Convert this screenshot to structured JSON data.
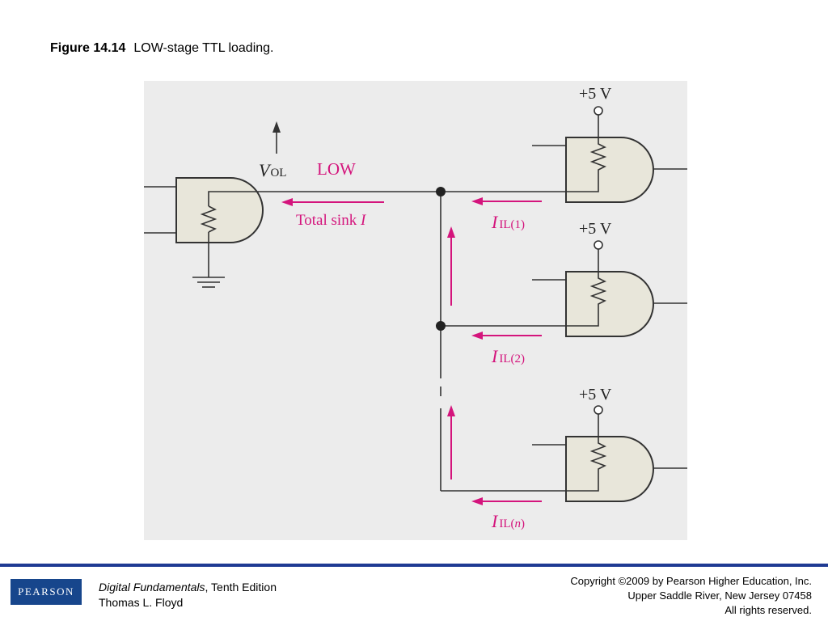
{
  "caption": {
    "number": "Figure 14.14",
    "text": "LOW-stage TTL loading."
  },
  "diagram": {
    "vol_symbol": "V",
    "vol_sub": "OL",
    "low_label": "LOW",
    "sink_label": "Total sink ",
    "sink_symbol": "I",
    "supply_labels": [
      "+5 V",
      "+5 V",
      "+5 V"
    ],
    "current_symbol": "I",
    "current_subs": [
      "IL(1)",
      "IL(2)"
    ],
    "current_sub_n_prefix": "IL(",
    "current_sub_n_var": "n",
    "current_sub_n_suffix": ")"
  },
  "footer": {
    "logo": "PEARSON",
    "book_title": "Digital Fundamentals",
    "edition": ", Tenth Edition",
    "author": "Thomas L. Floyd",
    "copyright_lines": [
      "Copyright ©2009 by Pearson Higher Education, Inc.",
      "Upper Saddle River, New Jersey 07458",
      "All rights reserved."
    ]
  },
  "colors": {
    "current_arrow": "#d4147c",
    "gate_fill": "#e8e6da",
    "footer_rule": "#1f3a93",
    "logo_bg": "#17468c"
  }
}
